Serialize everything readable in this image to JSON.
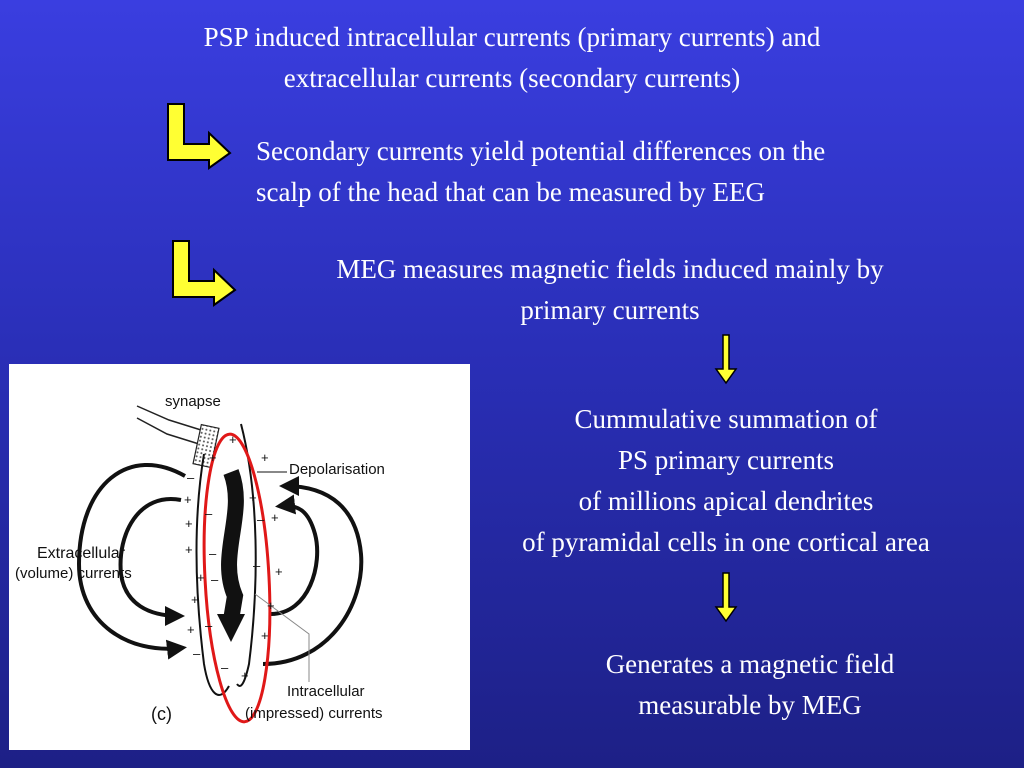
{
  "title": {
    "line1": "PSP induced intracellular currents (primary currents) and",
    "line2": "extracellular currents (secondary currents)"
  },
  "secondary_note": {
    "line1": "Secondary currents yield potential differences on the",
    "line2": "scalp of the head that can be measured by EEG"
  },
  "meg_note": {
    "line1": "MEG measures magnetic fields induced mainly by",
    "line2": "primary currents"
  },
  "summation": {
    "line1": "Cummulative summation of",
    "line2": "PS primary currents",
    "line3": "of millions apical dendrites",
    "line4": "of pyramidal cells in one cortical area"
  },
  "generates": {
    "line1": "Generates a magnetic field",
    "line2": "measurable by MEG"
  },
  "diagram": {
    "synapse_label": "synapse",
    "depolarisation_label": "Depolarisation",
    "extracellular_line1": "Extracellular",
    "extracellular_line2": "(volume) currents",
    "intracellular_line1": "Intracellular",
    "intracellular_line2": "(impressed) currents",
    "panel_label": "(c)",
    "plus_sign": "+",
    "minus_sign": "–"
  },
  "colors": {
    "background_top": "#3a3ee0",
    "background_bottom": "#1d2086",
    "arrow_fill": "#ffff33",
    "arrow_stroke": "#000000",
    "highlight_ellipse": "#e01818"
  },
  "icons": {
    "bent_arrow": "bent-arrow-icon",
    "down_arrow": "down-arrow-icon"
  }
}
